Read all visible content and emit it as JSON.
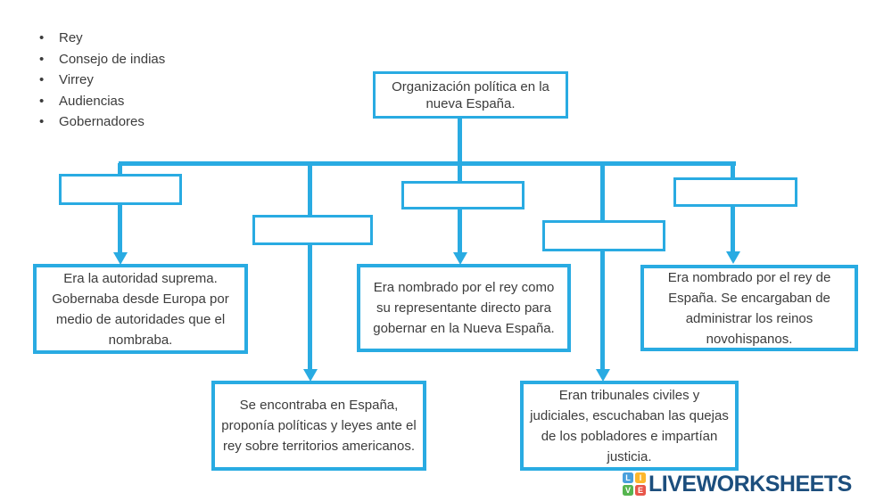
{
  "colors": {
    "accent": "#29abe2",
    "text": "#3c3c3c",
    "logo_text": "#1c4e7d"
  },
  "word_bank": [
    "Rey",
    "Consejo de indias",
    "Virrey",
    "Audiencias",
    "Gobernadores"
  ],
  "diagram": {
    "root_label": "Organización política en la nueva España.",
    "branches": [
      {
        "answer": "",
        "description": "Era la autoridad suprema. Gobernaba desde Europa por medio de autoridades que el nombraba."
      },
      {
        "answer": "",
        "description": "Se encontraba en España, proponía políticas y leyes ante el rey sobre territorios americanos."
      },
      {
        "answer": "",
        "description": "Era nombrado por el rey como su representante directo para gobernar en la Nueva España."
      },
      {
        "answer": "",
        "description": "Eran tribunales civiles y judiciales, escuchaban las quejas de los pobladores e impartían justicia."
      },
      {
        "answer": "",
        "description": "Era nombrado por el rey de España. Se encargaban de administrar los reinos novohispanos."
      }
    ]
  },
  "branding": {
    "logo_text": "LIVEWORKSHEETS",
    "logo_tiles": [
      {
        "letter": "L",
        "color": "#4aa0dc"
      },
      {
        "letter": "I",
        "color": "#fdb72c"
      },
      {
        "letter": "V",
        "color": "#56b54f"
      },
      {
        "letter": "E",
        "color": "#e8564a"
      }
    ]
  }
}
